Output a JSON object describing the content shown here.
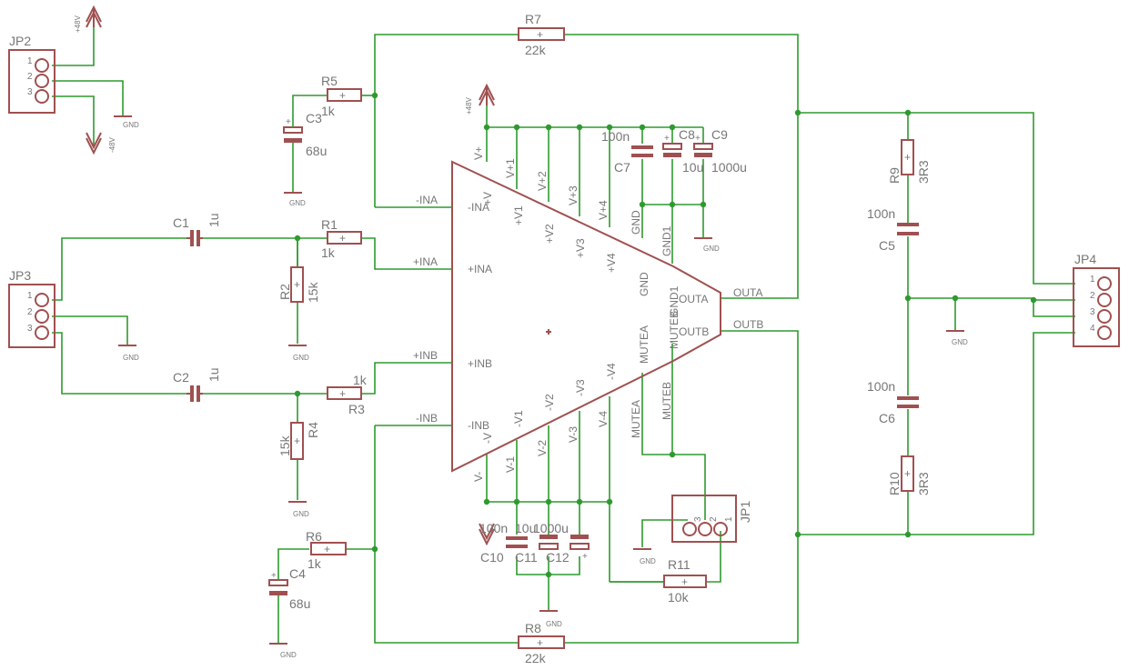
{
  "parts": {
    "JP2": {
      "name": "JP2",
      "pins": [
        "1",
        "2",
        "3"
      ],
      "pwr_pos": "+48V",
      "pwr_neg": "-48V",
      "gnd": "GND"
    },
    "JP3": {
      "name": "JP3",
      "pins": [
        "1",
        "2",
        "3"
      ],
      "gnd": "GND"
    },
    "JP4": {
      "name": "JP4",
      "pins": [
        "1",
        "2",
        "3",
        "4"
      ]
    },
    "JP1": {
      "name": "JP1",
      "pins": [
        "3",
        "2",
        "1"
      ]
    },
    "R1": {
      "name": "R1",
      "value": "1k"
    },
    "R2": {
      "name": "R2",
      "value": "15k"
    },
    "R3": {
      "name": "R3",
      "value": "1k"
    },
    "R4": {
      "name": "R4",
      "value": "15k"
    },
    "R5": {
      "name": "R5",
      "value": "1k"
    },
    "R6": {
      "name": "R6",
      "value": "1k"
    },
    "R7": {
      "name": "R7",
      "value": "22k"
    },
    "R8": {
      "name": "R8",
      "value": "22k"
    },
    "R9": {
      "name": "R9",
      "value": "3R3"
    },
    "R10": {
      "name": "R10",
      "value": "3R3"
    },
    "R11": {
      "name": "R11",
      "value": "10k"
    },
    "C1": {
      "name": "C1",
      "value": "1u"
    },
    "C2": {
      "name": "C2",
      "value": "1u"
    },
    "C3": {
      "name": "C3",
      "value": "68u"
    },
    "C4": {
      "name": "C4",
      "value": "68u"
    },
    "C5": {
      "name": "C5",
      "value": "100n"
    },
    "C6": {
      "name": "C6",
      "value": "100n"
    },
    "C7": {
      "name": "C7",
      "value": "100n"
    },
    "C8": {
      "name": "C8",
      "value": "10u"
    },
    "C9": {
      "name": "C9",
      "value": "1000u"
    },
    "C10": {
      "name": "C10",
      "value": "100n"
    },
    "C11": {
      "name": "C11",
      "value": "10u"
    },
    "C12": {
      "name": "C12",
      "value": "1000u"
    }
  },
  "amp": {
    "pins_top": [
      "V+",
      "V+1",
      "V+2",
      "V+3",
      "V+4"
    ],
    "pins_top_inner": [
      "+V",
      "+V1",
      "+V2",
      "+V3",
      "+V4"
    ],
    "pins_bottom": [
      "V-",
      "V-1",
      "V-2",
      "V-3",
      "V-4"
    ],
    "pins_bottom_inner": [
      "-V",
      "-V1",
      "-V2",
      "-V3",
      "-V4"
    ],
    "inputs": [
      "-INA",
      "+INA",
      "+INB",
      "-INB"
    ],
    "outputs": [
      "OUTA",
      "OUTB"
    ],
    "misc": [
      "GND",
      "GND1",
      "MUTEA",
      "MUTEB"
    ]
  },
  "labels": {
    "gnd": "GND",
    "pwr_pos": "+48V"
  }
}
